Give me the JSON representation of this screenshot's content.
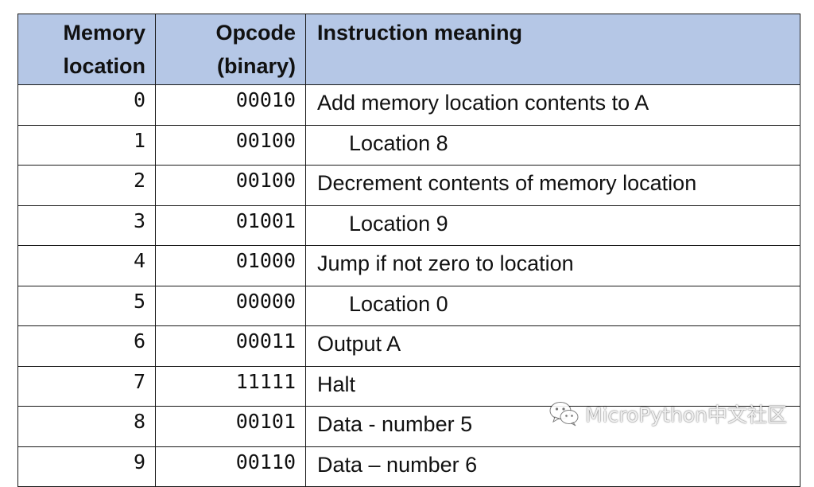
{
  "table": {
    "headers": [
      "Memory\nlocation",
      "Opcode\n(binary)",
      "Instruction meaning"
    ],
    "header_lines": [
      [
        "Memory",
        "location"
      ],
      [
        "Opcode",
        "(binary)"
      ],
      [
        "Instruction meaning"
      ]
    ],
    "rows": [
      {
        "location": "0",
        "opcode": "00010",
        "meaning": "Add memory location contents to A",
        "indent": false
      },
      {
        "location": "1",
        "opcode": "00100",
        "meaning": "Location 8",
        "indent": true
      },
      {
        "location": "2",
        "opcode": "00100",
        "meaning": "Decrement contents of memory location",
        "indent": false
      },
      {
        "location": "3",
        "opcode": "01001",
        "meaning": "Location 9",
        "indent": true
      },
      {
        "location": "4",
        "opcode": "01000",
        "meaning": "Jump if not zero to location",
        "indent": false
      },
      {
        "location": "5",
        "opcode": "00000",
        "meaning": "Location 0",
        "indent": true
      },
      {
        "location": "6",
        "opcode": "00011",
        "meaning": "Output A",
        "indent": false
      },
      {
        "location": "7",
        "opcode": "11111",
        "meaning": "Halt",
        "indent": false
      },
      {
        "location": "8",
        "opcode": "00101",
        "meaning": "Data - number 5",
        "indent": false
      },
      {
        "location": "9",
        "opcode": "00110",
        "meaning": "Data – number 6",
        "indent": false
      }
    ]
  },
  "colors": {
    "header_background": "#b5c7e6",
    "border": "#1a1a1a"
  },
  "watermark": {
    "text": "MicroPython中文社区",
    "icon": "wechat-icon"
  }
}
